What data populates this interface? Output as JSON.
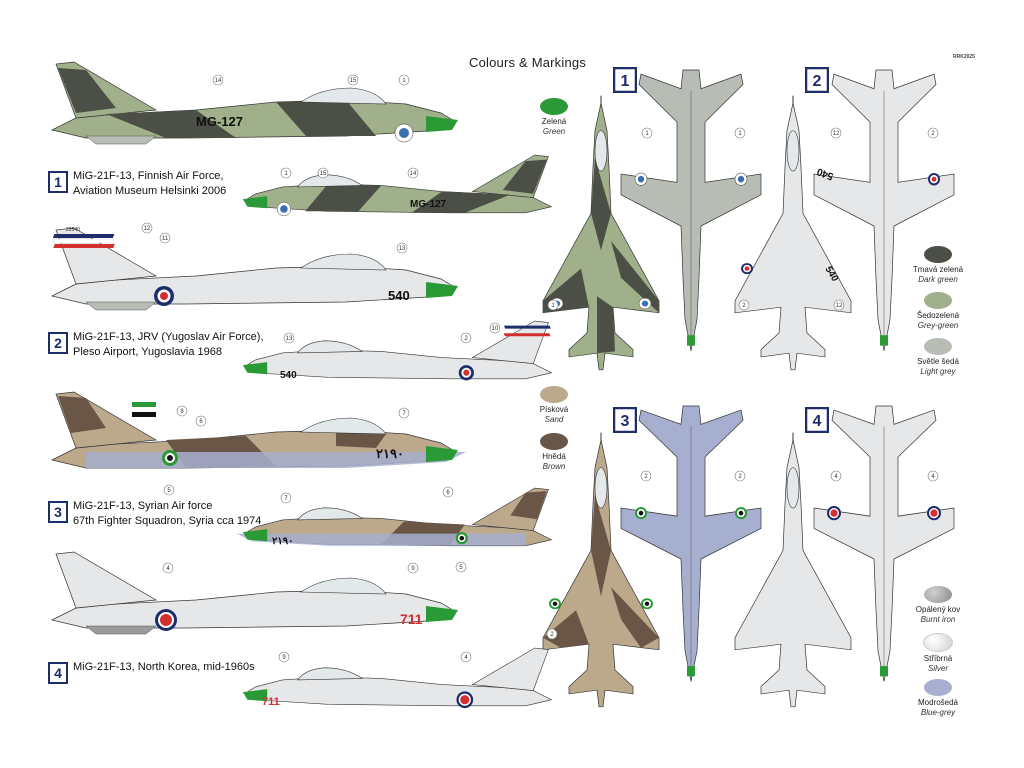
{
  "title": "Colours & Markings",
  "catalog_no": "RRK2025",
  "colors": {
    "green": "#2a9a37",
    "dark_green": "#4b4f45",
    "grey_green": "#9fb08a",
    "light_grey": "#b7bdb5",
    "sand": "#bca98c",
    "brown": "#6a5647",
    "burnt_iron": "#9a9a9a",
    "silver": "#e6e7e8",
    "blue_grey": "#a6afcf",
    "navy": "#1d2d6b",
    "red": "#d32f2f"
  },
  "schemes": [
    {
      "number": "1",
      "line1": "MiG-21F-13, Finnish Air Force,",
      "line2": "Aviation Museum Helsinki 2006",
      "serial": "MG-127"
    },
    {
      "number": "2",
      "line1": "MiG-21F-13, JRV (Yugoslav Air Force),",
      "line2": "Pleso Airport, Yugoslavia 1968",
      "serial": "540"
    },
    {
      "number": "3",
      "line1": "MiG-21F-13, Syrian Air force",
      "line2": "67th Fighter Squadron, Syria cca 1974",
      "serial": "٢١٩٠"
    },
    {
      "number": "4",
      "line1": "MiG-21F-13, North Korea, mid-1960s",
      "line2": "",
      "serial": "711"
    }
  ],
  "swatches": [
    {
      "cz": "Zelená",
      "en": "Green",
      "color": "#2a9a37"
    },
    {
      "cz": "Tmavá zelená",
      "en": "Dark green",
      "color": "#4b4f45"
    },
    {
      "cz": "Šedozelená",
      "en": "Grey-green",
      "color": "#9fb08a"
    },
    {
      "cz": "Světle šedá",
      "en": "Light grey",
      "color": "#b7bdb5"
    },
    {
      "cz": "Písková",
      "en": "Sand",
      "color": "#bca98c"
    },
    {
      "cz": "Hnědá",
      "en": "Brown",
      "color": "#6a5647"
    },
    {
      "cz": "Opálený kov",
      "en": "Burnt iron",
      "color": "#9a9a9a"
    },
    {
      "cz": "Stříbrná",
      "en": "Silver",
      "color": "#e6e7e8"
    },
    {
      "cz": "Modrošedá",
      "en": "Blue-grey",
      "color": "#a6afcf"
    }
  ],
  "callouts": [
    "1",
    "2",
    "4",
    "5",
    "6",
    "7",
    "8",
    "9",
    "10",
    "11",
    "12",
    "13",
    "14",
    "15"
  ],
  "small_serials": {
    "yugo_tail": "22540"
  }
}
